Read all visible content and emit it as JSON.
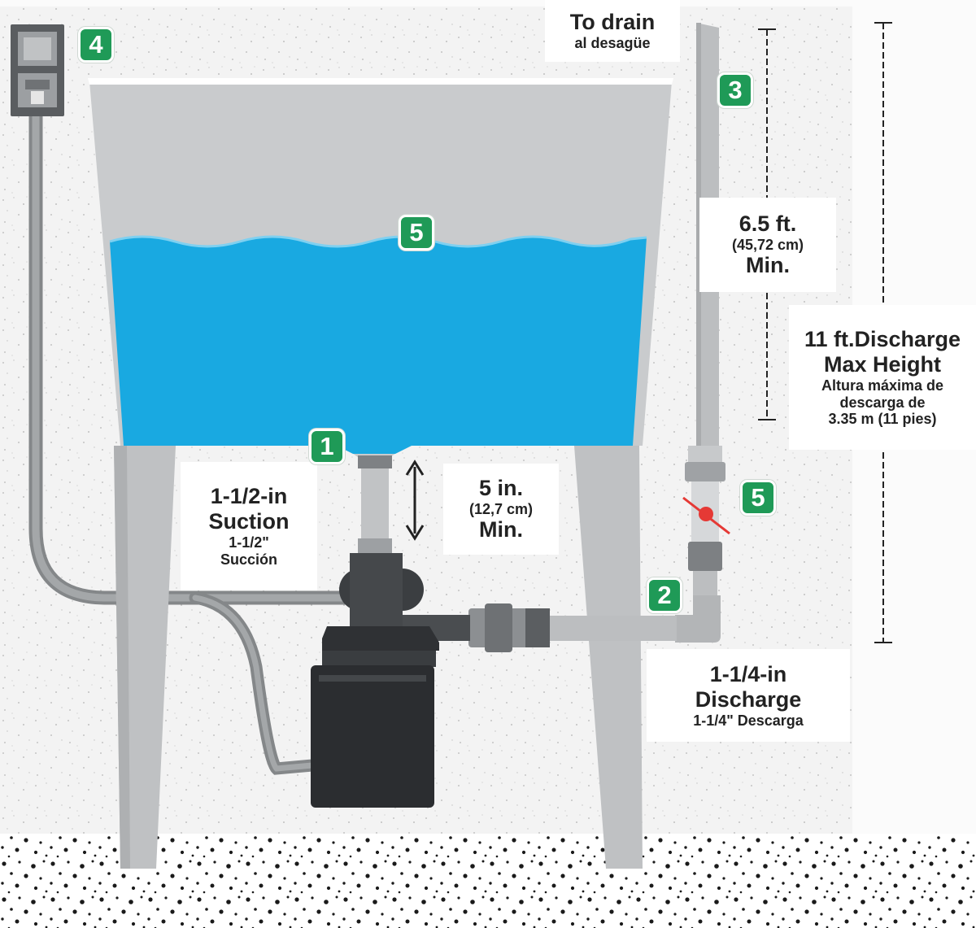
{
  "labels": {
    "to_drain_en": "To drain",
    "to_drain_es": "al desagüe",
    "discharge_min_height": "6.5 ft.",
    "discharge_min_height_cm": "(45,72 cm)",
    "discharge_min_word": "Min.",
    "max_height_line1": "11 ft.Discharge",
    "max_height_line2": "Max Height",
    "max_height_es_line1": "Altura máxima de",
    "max_height_es_line2": "descarga de",
    "max_height_es_line3": "3.35 m (11 pies)",
    "suction_line1": "1-1/2-in",
    "suction_line2": "Suction",
    "suction_es_line1": "1-1/2\"",
    "suction_es_line2": "Succión",
    "suction_height": "5 in.",
    "suction_height_cm": "(12,7 cm)",
    "suction_height_min": "Min.",
    "discharge_line1": "1-1/4-in",
    "discharge_line2": "Discharge",
    "discharge_es": "1-1/4\" Descarga"
  },
  "badges": {
    "suction_inlet": "1",
    "elbow": "2",
    "discharge_pipe": "3",
    "outlet": "4",
    "water_level": "5",
    "check_valve": "5"
  },
  "colors": {
    "water": "#19a9e1",
    "tub": "#c6c8ca",
    "pipe": "#b7b9bb",
    "pump": "#3a3c3e",
    "badge": "#1f9a57",
    "valve_ball": "#e53935"
  }
}
